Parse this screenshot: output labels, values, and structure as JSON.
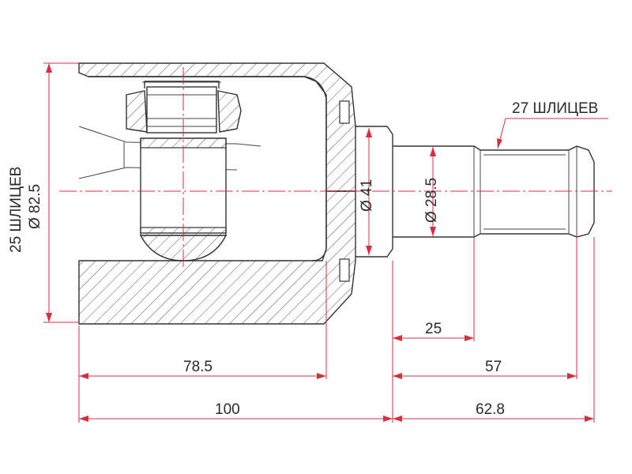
{
  "diagram": {
    "splines_left": "25 ШЛИЦЕВ",
    "diameter_housing": "Ø 82.5",
    "diameter_neck": "Ø 41",
    "diameter_shaft": "Ø 28.5",
    "splines_right": "27 ШЛИЦЕВ",
    "dim_shaft_short": "25",
    "dim_cup_inner": "78.5",
    "dim_shaft_mid": "57",
    "dim_cup_total": "100",
    "dim_shaft_total": "62.8"
  },
  "colors": {
    "outline": "#333333",
    "dimension": "#d6303f",
    "hatch": "#555555"
  }
}
